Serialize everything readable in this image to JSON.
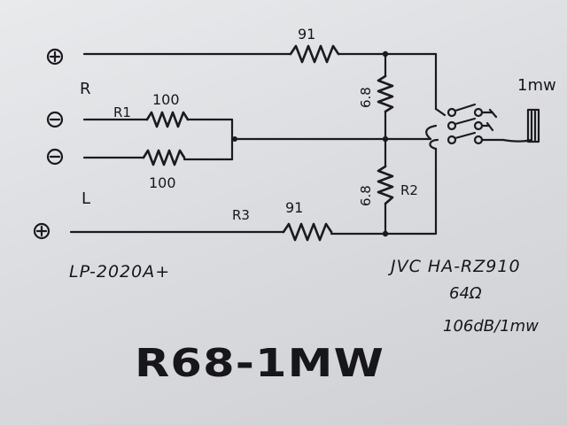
{
  "terminals": {
    "r_plus": "⊕",
    "r_minus": "⊖",
    "l_minus": "⊖",
    "l_plus": "⊕"
  },
  "labels": {
    "channel_r": "R",
    "channel_l": "L",
    "r1": "R1",
    "r2": "R2",
    "r3": "R3",
    "r1_value": "100",
    "l_series_value": "100",
    "top_series_value": "91",
    "bottom_series_value": "91",
    "upper_shunt_value": "6.8",
    "lower_shunt_value": "6.8",
    "output_power": "1mw"
  },
  "source_device": "LP-2020A+",
  "headphone": {
    "model": "JVC HA-RZ910",
    "impedance": "64Ω",
    "sensitivity": "106dB/1mw"
  },
  "title": "R68-1MW",
  "colors": {
    "ink": "#1b1b1f",
    "paper": "#e4e5e8"
  }
}
